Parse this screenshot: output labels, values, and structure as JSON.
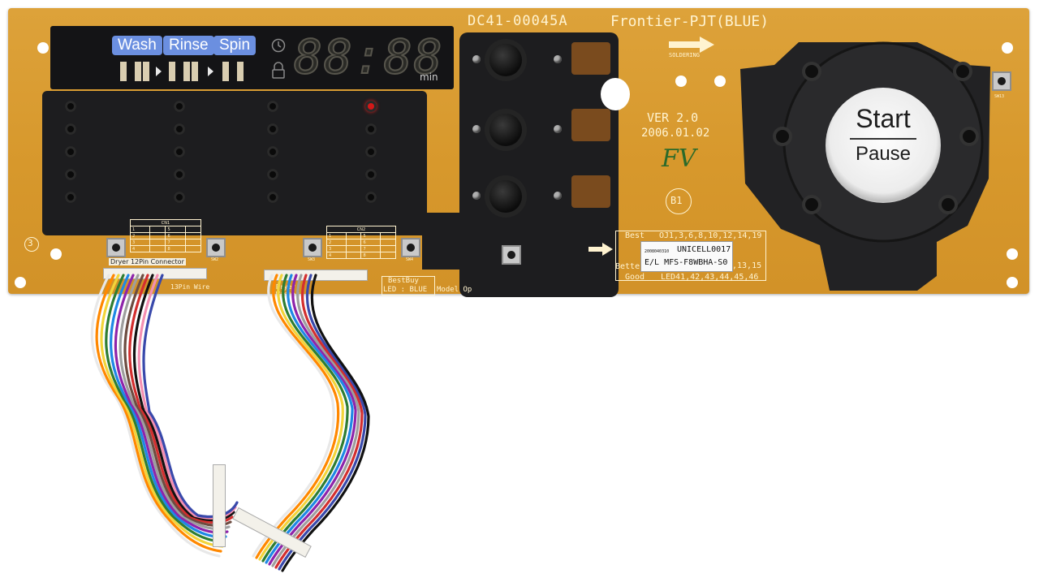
{
  "board": {
    "part_number": "DC41-00045A",
    "model_name": "Frontier-PJT(BLUE)",
    "soldering_label": "SOLDERING",
    "version": "VER 2.0",
    "date": "2006.01.02",
    "handwritten": "FV",
    "circled_mark": "B1",
    "corner_mark": "3"
  },
  "display": {
    "stages": [
      "Wash",
      "Rinse",
      "Spin"
    ],
    "digits": "88:88",
    "unit": "min"
  },
  "start_button": {
    "line1": "Start",
    "line2": "Pause"
  },
  "silkscreen": {
    "cn1_title": "CN1",
    "cn2_title": "CN2",
    "dryer_connector": "Dryer 12Pin Connector",
    "wire_label": "13Pin Wire",
    "dryer_washer": "Dryer Washer",
    "bestbuy": "BestBuy",
    "led_blue": "LED : BLUE",
    "model_op": "Model Op",
    "best": "Best",
    "best_list": "OJ1,3,6,8,10,12,14,19",
    "better": "Better",
    "good": "Good",
    "led_list": "LED41,42,43,44,45,46",
    "partial_list": ",13,15",
    "sw_labels": [
      "SW2",
      "SW3",
      "SW4",
      "SW13"
    ]
  },
  "sticker": {
    "small_code": "2008040310",
    "line1": "UNICELL0017",
    "line2": "E/L MFS-F8WBHA-S0"
  },
  "colors": {
    "board": "#d99b30",
    "display_tag": "#6b8fe0",
    "silkscreen": "#fff3d0"
  }
}
